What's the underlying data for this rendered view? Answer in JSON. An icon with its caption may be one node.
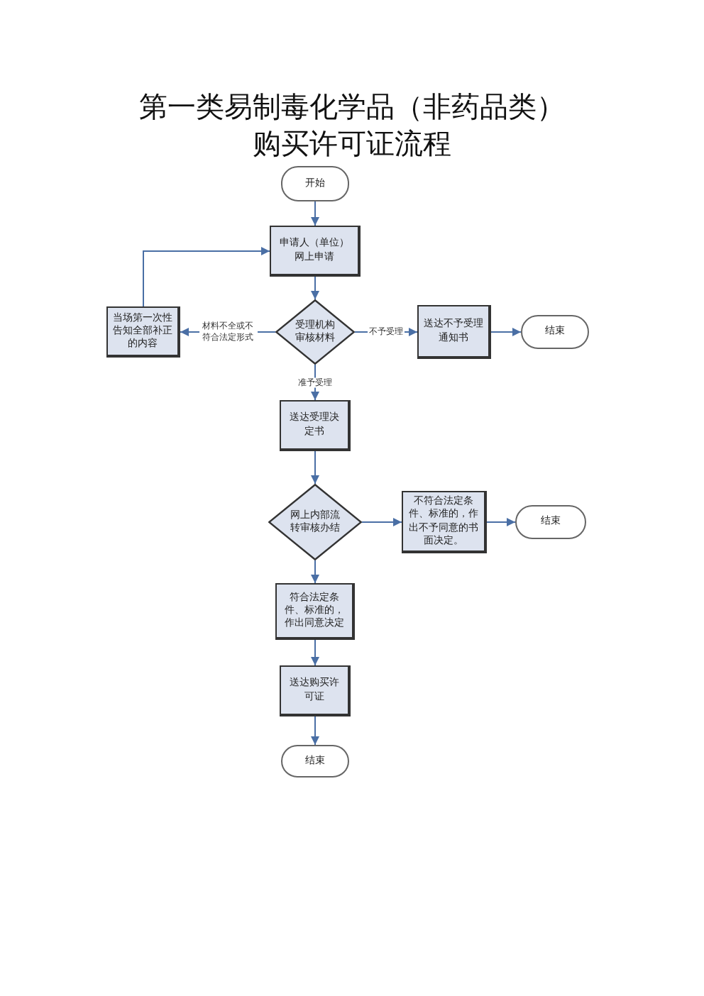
{
  "diagram": {
    "title": "第一类易制毒化学品（非药品类）购买许可证流程",
    "nodes": [
      {
        "text": [
          "开始"
        ]
      },
      {
        "text": [
          "申请人（单位）网上申请"
        ]
      },
      {
        "text": [
          "受理机构审核材料"
        ]
      },
      {
        "text": [
          "当场第一次性告知全部补正的内容"
        ]
      },
      {
        "text": [
          "送达不予受理通知书"
        ]
      },
      {
        "text": [
          "结束"
        ]
      },
      {
        "text": [
          "送达受理决定书"
        ]
      },
      {
        "text": [
          "网上内部流转审核办结"
        ]
      },
      {
        "text": [
          "不符合法定条件、标准的，作出不予同意的书面决定。"
        ]
      },
      {
        "text": [
          "结束"
        ]
      },
      {
        "text": [
          "符合法定条件、标准的，作出同意决定"
        ]
      },
      {
        "text": [
          "送达购买许可证"
        ]
      },
      {
        "text": [
          "结束"
        ]
      }
    ],
    "edges": [
      {
        "from": 0,
        "to": 1,
        "arrow": "to"
      },
      {
        "from": 1,
        "to": 2,
        "arrow": "to"
      },
      {
        "from": 2,
        "to": 3,
        "arrow": "to",
        "label": "材料不全或不符合法定形式"
      },
      {
        "from": 3,
        "to": 1,
        "arrow": "to"
      },
      {
        "from": 2,
        "to": 4,
        "arrow": "to",
        "label": "不予受理"
      },
      {
        "from": 4,
        "to": 5,
        "arrow": "to"
      },
      {
        "from": 2,
        "to": 6,
        "arrow": "to",
        "label": "准予受理"
      },
      {
        "from": 6,
        "to": 7,
        "arrow": "to"
      },
      {
        "from": 7,
        "to": 8,
        "arrow": "to"
      },
      {
        "from": 8,
        "to": 9,
        "arrow": "to"
      },
      {
        "from": 7,
        "to": 10,
        "arrow": "to"
      },
      {
        "from": 10,
        "to": 11,
        "arrow": "to"
      },
      {
        "from": 11,
        "to": 12,
        "arrow": "to"
      }
    ]
  }
}
